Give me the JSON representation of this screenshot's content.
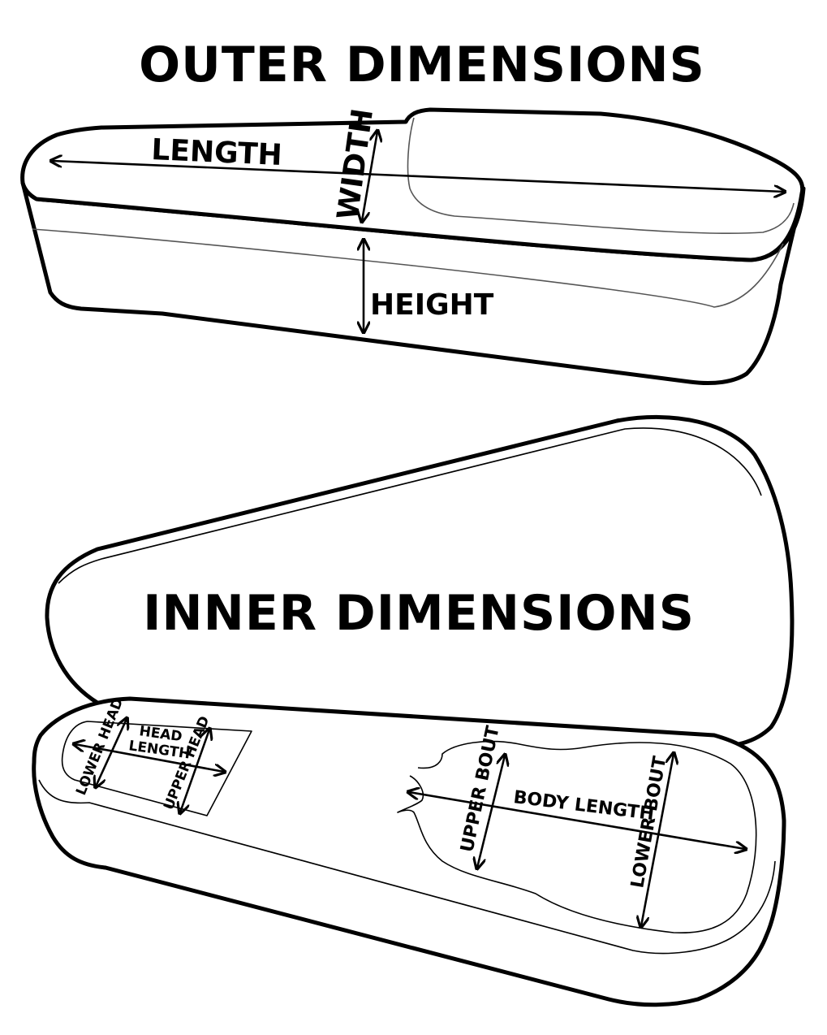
{
  "titles": {
    "outer": "OUTER DIMENSIONS",
    "inner": "INNER DIMENSIONS"
  },
  "outer_labels": {
    "length": "LENGTH",
    "width": "WIDTH",
    "height": "HEIGHT"
  },
  "inner_labels": {
    "lower_head": "LOWER HEAD",
    "head_length_line1": "HEAD",
    "head_length_line2": "LENGTH",
    "upper_head": "UPPER HEAD",
    "upper_bout": "UPPER BOUT",
    "body_length": "BODY LENGTH",
    "lower_bout": "LOWER BOUT"
  },
  "colors": {
    "ink": "#000000",
    "background": "#ffffff",
    "fine_line": "#555555"
  }
}
